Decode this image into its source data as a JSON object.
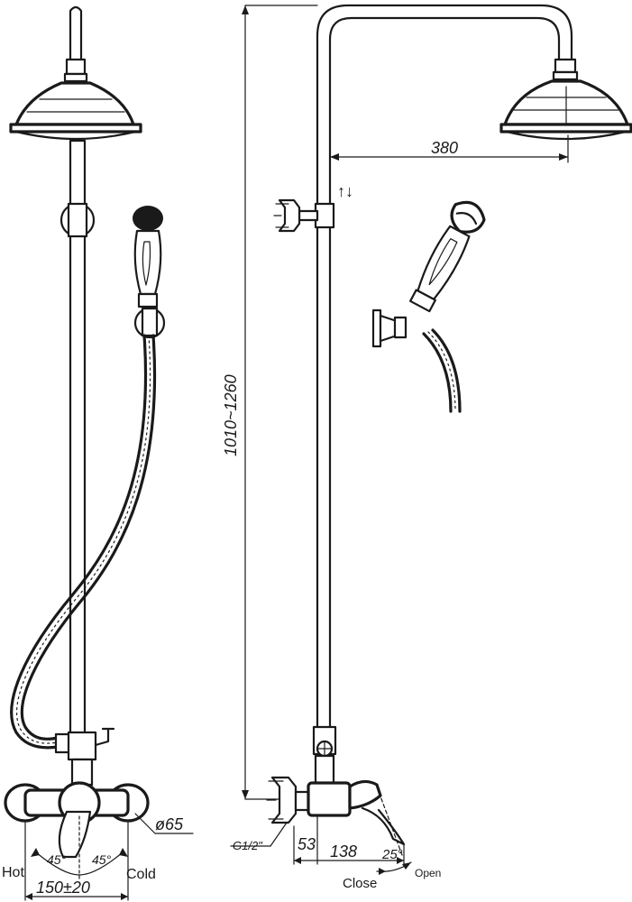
{
  "dimensions": {
    "head_reach": "380",
    "height_range": "1010~1260",
    "rose_diameter": "ø65",
    "centers": "150±20",
    "inlet_thread": "G1/2\"",
    "wall_offset": "53",
    "spout_offset": "138",
    "handle_angle": "25°",
    "hot_angle": "45°",
    "cold_angle": "45°"
  },
  "labels": {
    "hot": "Hot",
    "cold": "Cold",
    "close": "Close",
    "open": "Open"
  },
  "adjust_arrows": "↑↓"
}
